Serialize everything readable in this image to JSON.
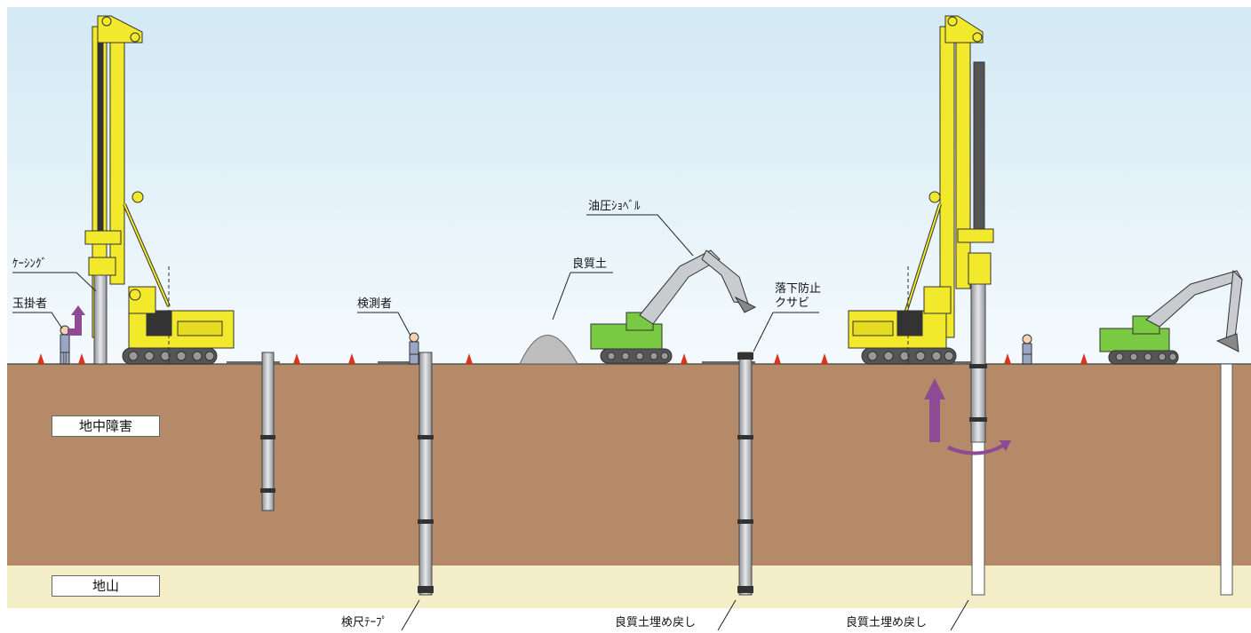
{
  "labels": {
    "casing": "ｹｰｼﾝｸﾞ",
    "slinger": "玉掛者",
    "surveyor": "検測者",
    "good_soil": "良質土",
    "excavator": "油圧ｼｮﾍﾞﾙ",
    "fall_prevention_line1": "落下防止",
    "fall_prevention_line2": "クサビ",
    "measuring_tape": "検尺ﾃｰﾌﾟ",
    "backfill_1": "良質土埋め戻し",
    "backfill_2": "良質土埋め戻し"
  },
  "layers": {
    "obstruction": "地中障害",
    "bedrock": "地山"
  },
  "colors": {
    "sky_top": "#d3e9f4",
    "sky_bottom": "#f4fafd",
    "soil": "#b48a69",
    "bedrock": "#f3eec7",
    "rig_yellow": "#f2e82c",
    "excavator_green": "#7ac943",
    "arrow_purple": "#8e4a93",
    "cone_red": "#d9341e",
    "casing_gray": "#bfc3c7"
  }
}
